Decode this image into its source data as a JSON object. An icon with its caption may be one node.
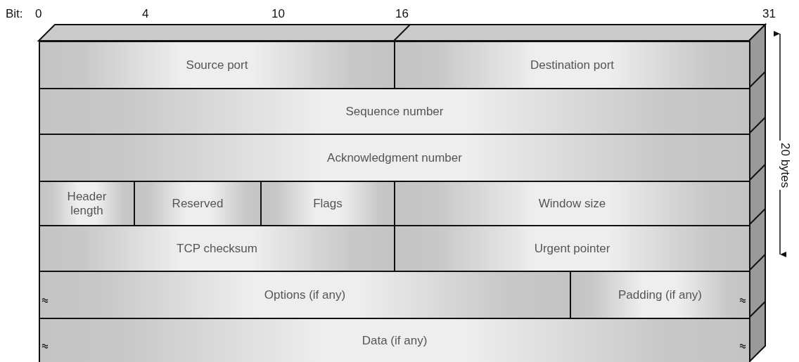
{
  "diagram": {
    "nodes": [
      {
        "text": [
          "Source port"
        ]
      },
      {
        "text": [
          "Destination port"
        ]
      },
      {
        "text": [
          "Sequence number"
        ]
      },
      {
        "text": [
          "Acknowledgment number"
        ]
      },
      {
        "text": [
          "Header length"
        ]
      },
      {
        "text": [
          "Reserved"
        ]
      },
      {
        "text": [
          "Flags"
        ]
      },
      {
        "text": [
          "Window size"
        ]
      },
      {
        "text": [
          "TCP checksum"
        ]
      },
      {
        "text": [
          "Urgent pointer"
        ]
      },
      {
        "text": [
          "Options (if any)"
        ]
      },
      {
        "text": [
          "Padding (if any)"
        ]
      },
      {
        "text": [
          "Data (if any)"
        ]
      }
    ],
    "labels": [
      "Bit:",
      "0",
      "4",
      "10",
      "16",
      "31",
      "20 bytes"
    ]
  }
}
